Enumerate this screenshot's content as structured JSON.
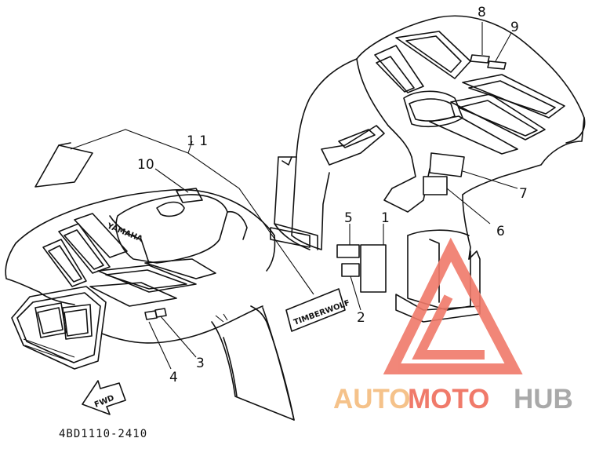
{
  "callouts": {
    "c1": "1",
    "c2": "2",
    "c3": "3",
    "c4": "4",
    "c5": "5",
    "c6": "6",
    "c7": "7",
    "c8": "8",
    "c9": "9",
    "c10": "10",
    "c11": "1 1"
  },
  "decals": {
    "tank_brand": "YAMAHA",
    "side_model": "TIMBERWOLF",
    "direction": "FWD"
  },
  "part_number": "4BD1110-2410",
  "watermark": {
    "word_part1": "AUTO",
    "word_part2": "MOTO",
    "word_part3": "HUB",
    "colors": {
      "part1": "#f5c28a",
      "part2": "#f07a6a",
      "part3": "#a9a9a9",
      "triangle": "#f07a6a"
    }
  }
}
